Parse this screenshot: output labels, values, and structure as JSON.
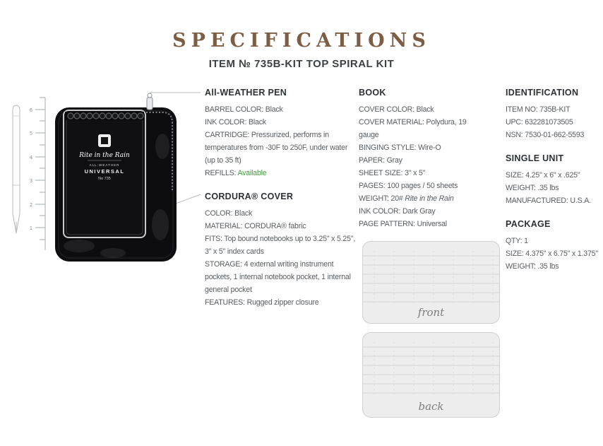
{
  "header": {
    "title": "SPECIFICATIONS",
    "subtitle": "ITEM № 735B-KIT TOP SPIRAL KIT"
  },
  "product": {
    "ruler_marks": [
      "6",
      "5",
      "4",
      "3",
      "2",
      "1"
    ],
    "notebook": {
      "brand": "Rite in the Rain",
      "tagline": "ALL-WEATHER",
      "model": "UNIVERSAL",
      "number": "No 735"
    }
  },
  "sections": {
    "pen": {
      "heading": "All-WEATHER PEN",
      "rows": [
        {
          "label": "BARREL COLOR:",
          "value": "Black"
        },
        {
          "label": "INK COLOR:",
          "value": "Black"
        },
        {
          "label": "CARTRIDGE:",
          "value": "Pressurized, performs in temperatures from -30F to 250F, under water (up to 35 ft)"
        },
        {
          "label": "REFILLS:",
          "value": "Available"
        }
      ]
    },
    "cordura": {
      "heading": "CORDURA® COVER",
      "rows": [
        {
          "label": "COLOR:",
          "value": "Black"
        },
        {
          "label": "MATERIAL:",
          "value": "CORDURA® fabric"
        },
        {
          "label": "FITS:",
          "value": "Top bound notebooks up to 3.25\" x 5.25\", 3\" x 5\" index cards"
        },
        {
          "label": "STORAGE:",
          "value": "4 external writing instrument pockets, 1 internal notebook pocket, 1 internal general pocket"
        },
        {
          "label": "FEATURES:",
          "value": "Rugged zipper closure"
        }
      ]
    },
    "book": {
      "heading": "BOOK",
      "rows": [
        {
          "label": "COVER COLOR:",
          "value": "Black"
        },
        {
          "label": "COVER MATERIAL:",
          "value": "Polydura, 19 gauge"
        },
        {
          "label": "BINGING STYLE:",
          "value": "Wire-O"
        },
        {
          "label": "PAPER:",
          "value": "Gray"
        },
        {
          "label": "SHEET SIZE:",
          "value": "3\" x 5\""
        },
        {
          "label": "PAGES:",
          "value": "100 pages / 50 sheets"
        },
        {
          "label": "WEIGHT:",
          "value": "20#",
          "value_italic": "Rite in the Rain"
        },
        {
          "label": "INK COLOR:",
          "value": "Dark Gray"
        },
        {
          "label": "PAGE PATTERN:",
          "value": "Universal"
        }
      ]
    },
    "identification": {
      "heading": "IDENTIFICATION",
      "rows": [
        {
          "label": "ITEM NO:",
          "value": "735B-KIT"
        },
        {
          "label": "UPC:",
          "value": "632281073505"
        },
        {
          "label": "NSN:",
          "value": "7530-01-662-5593"
        }
      ]
    },
    "single_unit": {
      "heading": "SINGLE UNIT",
      "rows": [
        {
          "label": "SIZE:",
          "value": "4.25\" x 6\" x .625\""
        },
        {
          "label": "WEIGHT:",
          "value": ".35 lbs"
        },
        {
          "label": "MANUFACTURED:",
          "value": "U.S.A."
        }
      ]
    },
    "package": {
      "heading": "PACKAGE",
      "rows": [
        {
          "label": "QTY:",
          "value": "1"
        },
        {
          "label": "SIZE:",
          "value": "4.375\" x 6.75\" x 1.375\""
        },
        {
          "label": "WEIGHT:",
          "value": ".35 lbs"
        }
      ]
    }
  },
  "figures": {
    "front_label": "front",
    "back_label": "back"
  },
  "colors": {
    "accent_brown": "#7c5e44",
    "heading_gray": "#2d3135",
    "body_gray": "#585c60",
    "highlight_green": "#3e9e39",
    "card_bg": "#ededed"
  }
}
